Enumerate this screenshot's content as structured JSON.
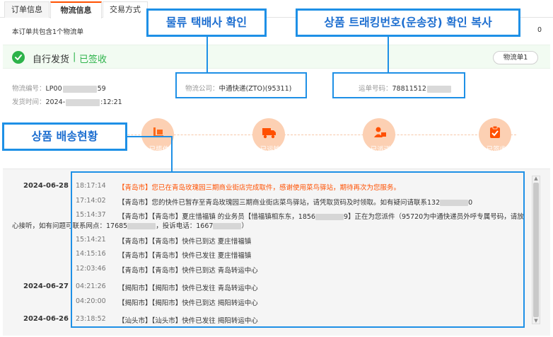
{
  "tabs": [
    {
      "label": "订单信息"
    },
    {
      "label": "物流信息"
    },
    {
      "label": "交易方式"
    }
  ],
  "summary": {
    "text": "本订单共包含1个物流单",
    "tail": "0"
  },
  "status": {
    "main": "自行发货",
    "sep": "|",
    "signed": "已签收",
    "pill": "物流单1"
  },
  "info": {
    "logistics_no_label": "物流编号：",
    "logistics_no_prefix": "LP00",
    "logistics_no_suffix": "59",
    "ship_time_label": "发货时间：",
    "ship_time_prefix": "2024-",
    "ship_time_suffix": ":12:21",
    "company_label": "物流公司：",
    "company_value": "中通快递(ZTO)(95311)",
    "waybill_label": "运单号码：",
    "waybill_value": "78811512"
  },
  "steps": [
    {
      "label": "已揽件",
      "icon": "pickup-icon"
    },
    {
      "label": "已运输",
      "icon": "truck-icon"
    },
    {
      "label": "已派送",
      "icon": "courier-icon"
    },
    {
      "label": "已签收",
      "icon": "signed-icon"
    }
  ],
  "callouts": {
    "courier": "물류 택배사 확인",
    "tracking": "상품 트래킹번호(운송장) 확인 복사",
    "delivery": "상품 배송현황"
  },
  "log": {
    "d1": "2024-06-28",
    "d2": "2024-06-27",
    "d3": "2024-06-26",
    "r1_time": "18:17:14",
    "r1_msg": "【青岛市】您已在青岛玫瑰园三期商业街店完成取件，感谢使用菜鸟驿站，期待再次为您服务。",
    "r2_time": "17:14:02",
    "r2_msg": "【青岛市】您的快件已暂存至青岛玫瑰园三期商业街店菜鸟驿站，请凭取货码及时领取。如有疑问请联系132",
    "r2_tail": "0",
    "r3_time": "15:14:37",
    "r3_msg_a": "【青岛市】【青岛市】夏庄惜福镇 的业务员【惜福镇相东东，1856",
    "r3_msg_b": "9】正在为您派件（95720为中通快递员外呼专属号码，请放",
    "r3_cont_a": "心接听，如有问题可联系网点：17685",
    "r3_cont_b": "，投诉电话：1667",
    "r3_cont_c": "）",
    "r4_time": "15:14:21",
    "r4_msg": "【青岛市】【青岛市】快件已到达 夏庄惜福镇",
    "r5_time": "14:15:16",
    "r5_msg": "【青岛市】【青岛市】快件已发往 夏庄惜福镇",
    "r6_time": "12:03:46",
    "r6_msg": "【青岛市】【青岛市】快件已到达 青岛转运中心",
    "r7_time": "04:21:26",
    "r7_msg": "【揭阳市】【揭阳市】快件已发往 青岛转运中心",
    "r8_time": "04:20:00",
    "r8_msg": "【揭阳市】【揭阳市】快件已到达 揭阳转运中心",
    "r9_time": "23:18:52",
    "r9_msg": "【汕头市】【汕头市】快件已发往 揭阳转运中心"
  },
  "colors": {
    "accent": "#ff5000",
    "success": "#2db34a",
    "callout": "#1e90e6",
    "step_circle": "#fcd0b3"
  }
}
